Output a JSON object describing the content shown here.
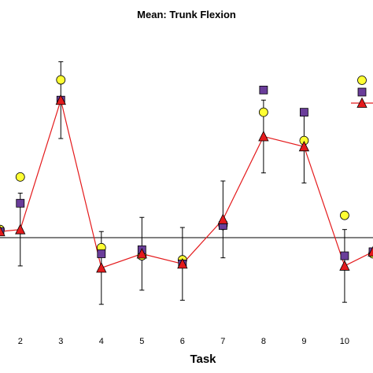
{
  "chart_data": {
    "type": "line",
    "title": "Mean: Trunk Flexion",
    "xlabel": "Task",
    "ylabel": "",
    "x_ticks": [
      2,
      3,
      4,
      5,
      6,
      7,
      8,
      9,
      10
    ],
    "xlim": [
      1.5,
      10.7
    ],
    "ylim": [
      -2.2,
      5.0
    ],
    "grid": false,
    "legend_placement": "top-right",
    "legend_labels_visible": false,
    "colors": {
      "circle_series": "#ffff33",
      "square_series": "#6a3d9a",
      "triangle_series": "#e41a1c",
      "line": "#e41a1c",
      "errorbar": "#000000"
    },
    "series": [
      {
        "marker": "circle",
        "x": [
          1.5,
          2,
          3,
          4,
          5,
          6,
          7,
          8,
          9,
          10,
          10.7
        ],
        "y": [
          0.2,
          1.5,
          3.9,
          -0.25,
          -0.45,
          -0.55,
          0.3,
          3.1,
          2.4,
          0.55,
          -0.4
        ]
      },
      {
        "marker": "square",
        "x": [
          1.5,
          2,
          3,
          4,
          5,
          6,
          7,
          8,
          9,
          10,
          10.7
        ],
        "y": [
          0.15,
          0.85,
          3.4,
          -0.4,
          -0.3,
          -0.65,
          0.3,
          3.65,
          3.1,
          -0.45,
          -0.35
        ]
      },
      {
        "marker": "triangle",
        "line": true,
        "x": [
          1.5,
          2,
          3,
          4,
          5,
          6,
          7,
          8,
          9,
          10,
          10.7
        ],
        "y": [
          0.15,
          0.2,
          3.4,
          -0.75,
          -0.4,
          -0.65,
          0.45,
          2.5,
          2.25,
          -0.7,
          -0.35
        ],
        "err": [
          0.0,
          0.9,
          0.95,
          0.9,
          0.9,
          0.9,
          0.95,
          0.9,
          0.9,
          0.9,
          0.0
        ]
      }
    ]
  }
}
